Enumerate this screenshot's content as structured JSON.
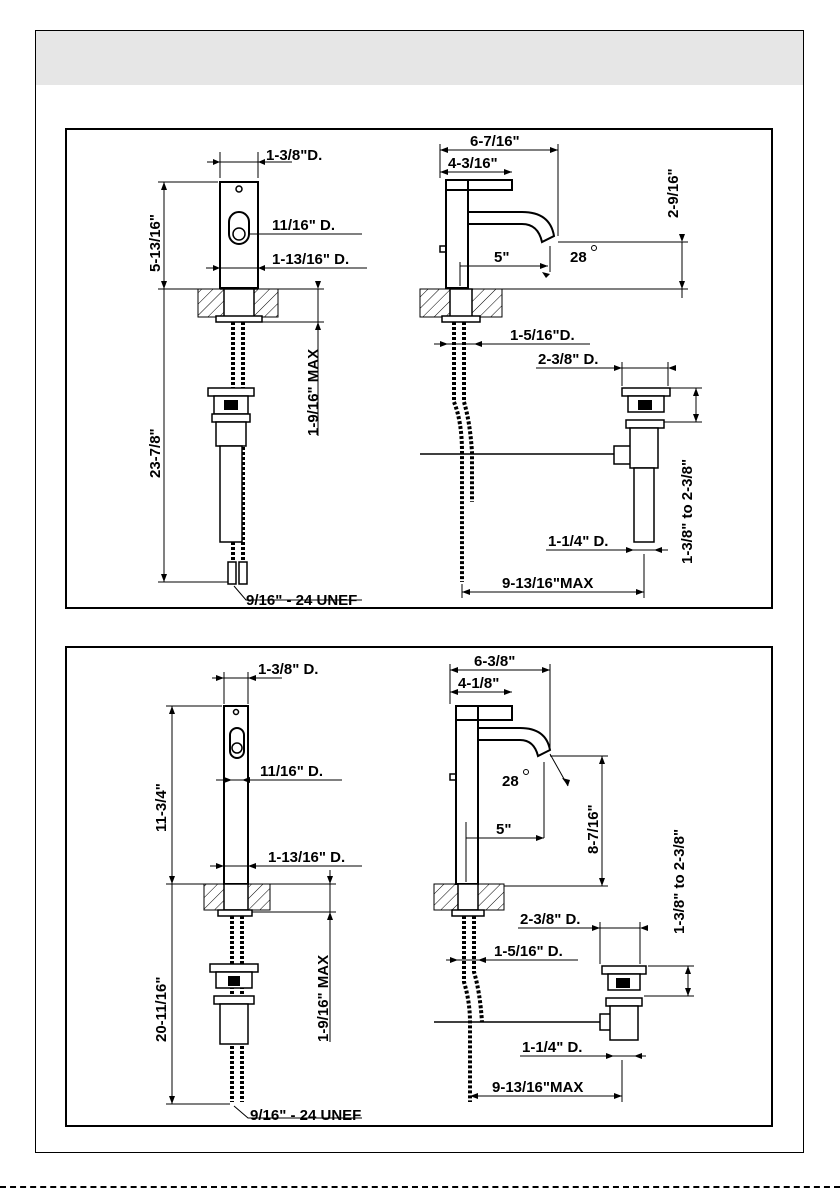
{
  "top_diagram": {
    "labels": {
      "supply_dia": "1-3/8\"D.",
      "height_above_deck": "5-13/16\"",
      "handle_dia": "11/16\" D.",
      "base_dia": "1-13/16\" D.",
      "total_height": "23-7/8\"",
      "deck_max": "1-9/16\" MAX",
      "thread": "9/16\" - 24 UNEF",
      "overall_depth": "6-7/16\"",
      "handle_reach": "4-3/16\"",
      "spout_height": "2-9/16\"",
      "reach": "5\"",
      "angle": "28",
      "shank_dia": "1-5/16\"D.",
      "drain_top_dia": "2-3/8\" D.",
      "drain_tail_dia": "1-1/4\" D.",
      "drain_range": "1-3/8\" to 2-3/8\"",
      "drain_max": "9-13/16\"MAX"
    }
  },
  "bottom_diagram": {
    "labels": {
      "supply_dia": "1-3/8\" D.",
      "height_above_deck": "11-3/4\"",
      "handle_dia": "11/16\" D.",
      "base_dia": "1-13/16\" D.",
      "total_height": "20-11/16\"",
      "deck_max": "1-9/16\" MAX",
      "thread": "9/16\" - 24 UNEF",
      "overall_depth": "6-3/8\"",
      "handle_reach": "4-1/8\"",
      "spout_height": "8-7/16\"",
      "reach": "5\"",
      "angle": "28",
      "shank_dia": "1-5/16\" D.",
      "drain_top_dia": "2-3/8\" D.",
      "drain_tail_dia": "1-1/4\" D.",
      "drain_range": "1-3/8\" to 2-3/8\"",
      "drain_max": "9-13/16\"MAX"
    }
  }
}
